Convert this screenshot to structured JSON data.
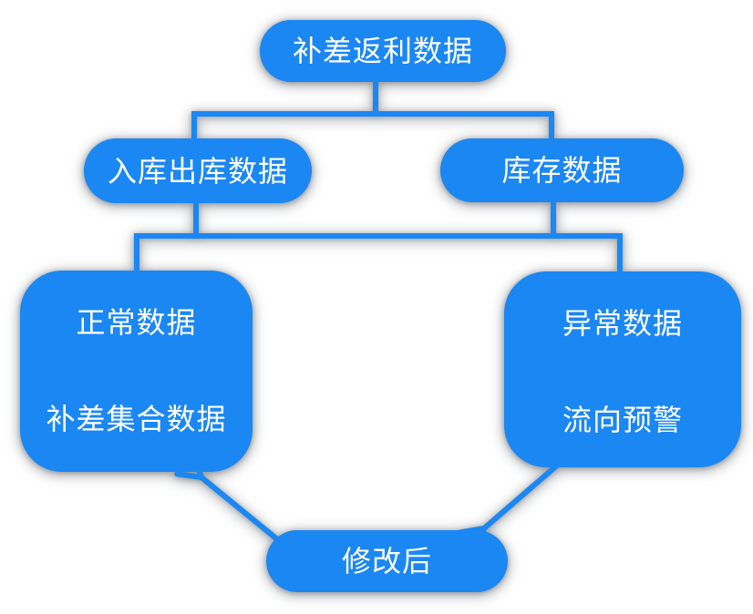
{
  "diagram": {
    "nodes": {
      "root": {
        "label": "补差返利数据"
      },
      "in_out": {
        "label": "入库出库数据"
      },
      "inventory": {
        "label": "库存数据"
      },
      "normal": {
        "lines": [
          "正常数据",
          "补差集合数据"
        ]
      },
      "abnormal": {
        "lines": [
          "异常数据",
          "流向预警"
        ]
      },
      "modified": {
        "label": "修改后"
      }
    },
    "edges": [
      {
        "from": "root",
        "to": "in_out",
        "arrow": false
      },
      {
        "from": "root",
        "to": "inventory",
        "arrow": false
      },
      {
        "from": "in_out",
        "to": "normal",
        "arrow": false
      },
      {
        "from": "in_out",
        "to": "abnormal",
        "arrow": false
      },
      {
        "from": "inventory",
        "to": "normal",
        "arrow": false
      },
      {
        "from": "inventory",
        "to": "abnormal",
        "arrow": false
      },
      {
        "from": "abnormal",
        "to": "modified",
        "arrow": true
      },
      {
        "from": "modified",
        "to": "normal",
        "arrow": true
      }
    ],
    "colors": {
      "node_fill": "#1b87f2",
      "connector": "#1b87f2",
      "text": "#ffffff",
      "shadow": "#8b9096cc",
      "background": "#ffffff"
    }
  }
}
